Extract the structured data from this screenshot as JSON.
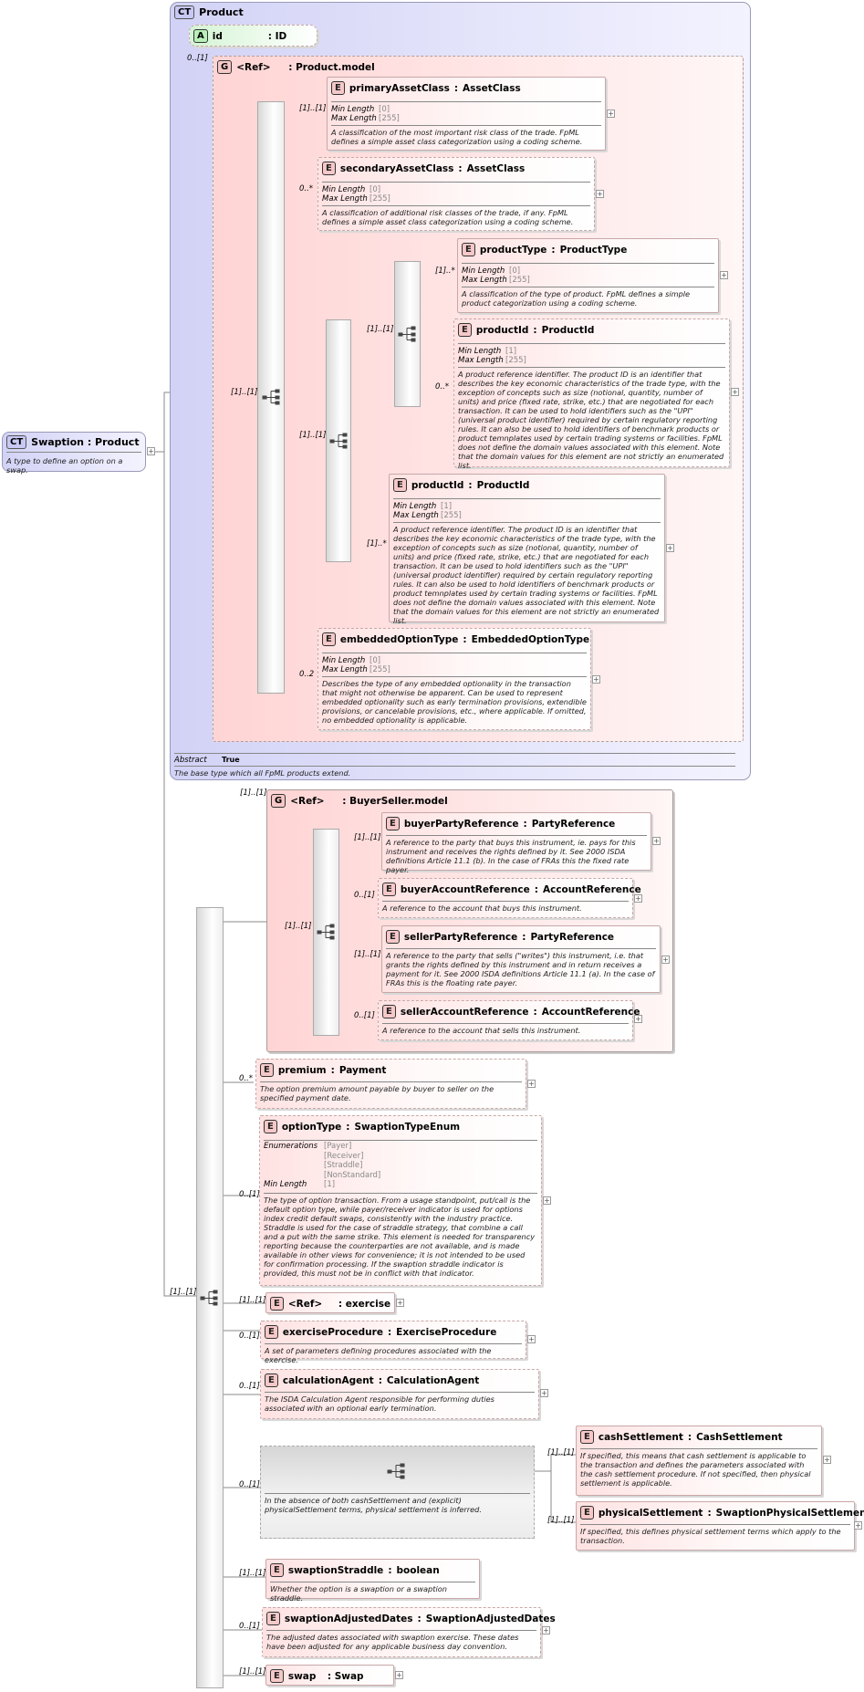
{
  "root": {
    "tag": "CT",
    "title": "Swaption",
    "type": "Product",
    "desc": "A type to define an option on a swap."
  },
  "product": {
    "tag": "CT",
    "title": "Product",
    "abstract_label": "Abstract",
    "abstract_value": "True",
    "desc": "The base type which all FpML products extend."
  },
  "id_attr": {
    "tag": "A",
    "name": "id",
    "type": ": ID"
  },
  "product_model": {
    "tag": "G",
    "name": "<Ref>",
    "type": ": Product.model"
  },
  "labels": {
    "min_length": "Min Length",
    "max_length": "Max Length",
    "enumerations": "Enumerations"
  },
  "elements": {
    "primaryAssetClass": {
      "name": "primaryAssetClass",
      "type": "AssetClass",
      "min": "[0]",
      "max": "[255]",
      "desc": "A classification of the most important risk class of the trade. FpML defines a simple asset class categorization using a coding scheme."
    },
    "secondaryAssetClass": {
      "name": "secondaryAssetClass",
      "type": "AssetClass",
      "min": "[0]",
      "max": "[255]",
      "desc": "A classification of additional risk classes of the trade, if any. FpML defines a simple asset class categorization using a coding scheme."
    },
    "productType": {
      "name": "productType",
      "type": "ProductType",
      "min": "[0]",
      "max": "[255]",
      "desc": "A classification of the type of product. FpML defines a simple product categorization using a coding scheme."
    },
    "productId1": {
      "name": "productId",
      "type": "ProductId",
      "min": "[1]",
      "max": "[255]",
      "desc": "A product reference identifier. The product ID is an identifier that describes the key economic characteristics of the trade type, with the exception of concepts such as size (notional, quantity, number of units) and price (fixed rate, strike, etc.) that are negotiated for each transaction. It can be used to hold identifiers such as the \"UPI\" (universal product identifier) required by certain regulatory reporting rules. It can also be used to hold identifiers of benchmark products or product temnplates used by certain trading systems or facilities. FpML does not define the domain values associated with this element. Note that the domain values for this element are not strictly an enumerated list."
    },
    "productId2": {
      "name": "productId",
      "type": "ProductId",
      "min": "[1]",
      "max": "[255]",
      "desc": "A product reference identifier. The product ID is an identifier that describes the key economic characteristics of the trade type, with the exception of concepts such as size (notional, quantity, number of units) and price (fixed rate, strike, etc.) that are negotiated for each transaction. It can be used to hold identifiers such as the \"UPI\" (universal product identifier) required by certain regulatory reporting rules. It can also be used to hold identifiers of benchmark products or product temnplates used by certain trading systems or facilities. FpML does not define the domain values associated with this element. Note that the domain values for this element are not strictly an enumerated list."
    },
    "embeddedOptionType": {
      "name": "embeddedOptionType",
      "type": "EmbeddedOptionType",
      "min": "[0]",
      "max": "[255]",
      "desc": "Describes the type of any embedded optionality in the transaction that might not otherwise be apparent. Can be used to represent embedded optionality such as early termination provisions, extendible provisions, or cancelable provisions, etc., where applicable. If omitted, no embedded optionality is applicable."
    },
    "buyerPartyReference": {
      "name": "buyerPartyReference",
      "type": "PartyReference",
      "desc": "A reference to the party that buys this instrument, ie. pays for this instrument and receives the rights defined by it. See 2000 ISDA definitions Article 11.1 (b). In the case of FRAs this the fixed rate payer."
    },
    "buyerAccountReference": {
      "name": "buyerAccountReference",
      "type": "AccountReference",
      "desc": "A reference to the account that buys this instrument."
    },
    "sellerPartyReference": {
      "name": "sellerPartyReference",
      "type": "PartyReference",
      "desc": "A reference to the party that sells (\"writes\") this instrument, i.e. that grants the rights defined by this instrument and in return receives a payment for it. See 2000 ISDA definitions Article 11.1 (a). In the case of FRAs this is the floating rate payer."
    },
    "sellerAccountReference": {
      "name": "sellerAccountReference",
      "type": "AccountReference",
      "desc": "A reference to the account that sells this instrument."
    },
    "premium": {
      "name": "premium",
      "type": "Payment",
      "desc": "The option premium amount payable by buyer to seller on the specified payment date."
    },
    "optionType": {
      "name": "optionType",
      "type": "SwaptionTypeEnum",
      "enums": [
        "[Payer]",
        "[Receiver]",
        "[Straddle]",
        "[NonStandard]"
      ],
      "min": "[1]",
      "desc": "The type of option transaction. From a usage standpoint, put/call is the default option type, while payer/receiver indicator is used for options index credit default swaps, consistently with the industry practice. Straddle is used for the case of straddle strategy, that combine a call and a put with the same strike. This element is needed for transparency reporting because the counterparties are not available, and is made available in other views for convenience; it is not intended to be used for confirmation processing. If the swaption straddle indicator is provided, this must not be in conflict with that indicator."
    },
    "exerciseRef": {
      "name": "<Ref>",
      "type": ": exercise"
    },
    "exerciseProcedure": {
      "name": "exerciseProcedure",
      "type": "ExerciseProcedure",
      "desc": "A set of parameters defining procedures associated with the exercise."
    },
    "calculationAgent": {
      "name": "calculationAgent",
      "type": "CalculationAgent",
      "desc": "The ISDA Calculation Agent responsible for performing duties associated with an optional early termination."
    },
    "cashSettlement": {
      "name": "cashSettlement",
      "type": "CashSettlement",
      "desc": "If specified, this means that cash settlement is applicable to the transaction and defines the parameters associated with the cash settlement procedure. If not specified, then physical settlement is applicable."
    },
    "physicalSettlement": {
      "name": "physicalSettlement",
      "type": "SwaptionPhysicalSettlement",
      "desc": "If specified, this defines physical settlement terms which apply to the transaction."
    },
    "swaptionStraddle": {
      "name": "swaptionStraddle",
      "type": "boolean",
      "desc": "Whether the option is a swaption or a swaption straddle."
    },
    "swaptionAdjustedDates": {
      "name": "swaptionAdjustedDates",
      "type": "SwaptionAdjustedDates",
      "desc": "The adjusted dates associated with swaption exercise. These dates have been adjusted for any applicable business day convention."
    },
    "swap": {
      "name": "swap",
      "type": ": Swap"
    }
  },
  "buyer_seller_model": {
    "tag": "G",
    "name": "<Ref>",
    "type": ": BuyerSeller.model"
  },
  "settlement_choice": {
    "desc": "In the absence of both cashSettlement and (explicit) physicalSettlement terms, physical settlement is inferred."
  },
  "cards": {
    "id": "0..[1]",
    "productModel": "[1]..[1]",
    "primary": "[1]..[1]",
    "secondary": "0..*",
    "innerSeq": "[1]..[1]",
    "innerChoice": "[1]..[1]",
    "productType": "[1]..*",
    "productId1": "0..*",
    "productId2": "[1]..*",
    "embedded": "0..2",
    "buyerSeller": "[1]..[1]",
    "bsSeq": "[1]..[1]",
    "buyerParty": "[1]..[1]",
    "buyerAccount": "0..[1]",
    "sellerParty": "[1]..[1]",
    "sellerAccount": "0..[1]",
    "mainSeq": "[1]..[1]",
    "premium": "0..*",
    "optionType": "0..[1]",
    "exercise": "[1]..[1]",
    "exerciseProcedure": "0..[1]",
    "calculationAgent": "0..[1]",
    "settlement": "0..[1]",
    "cash": "[1]..[1]",
    "physical": "[1]..[1]",
    "straddle": "[1]..[1]",
    "adjusted": "0..[1]",
    "swap": "[1]..[1]"
  },
  "colors": {
    "ct_bg": "#d2d2f6",
    "group_bg": "#ffd4d4",
    "element_bg": "#ffe2e2",
    "attr_tag": "#b8f0b8"
  }
}
